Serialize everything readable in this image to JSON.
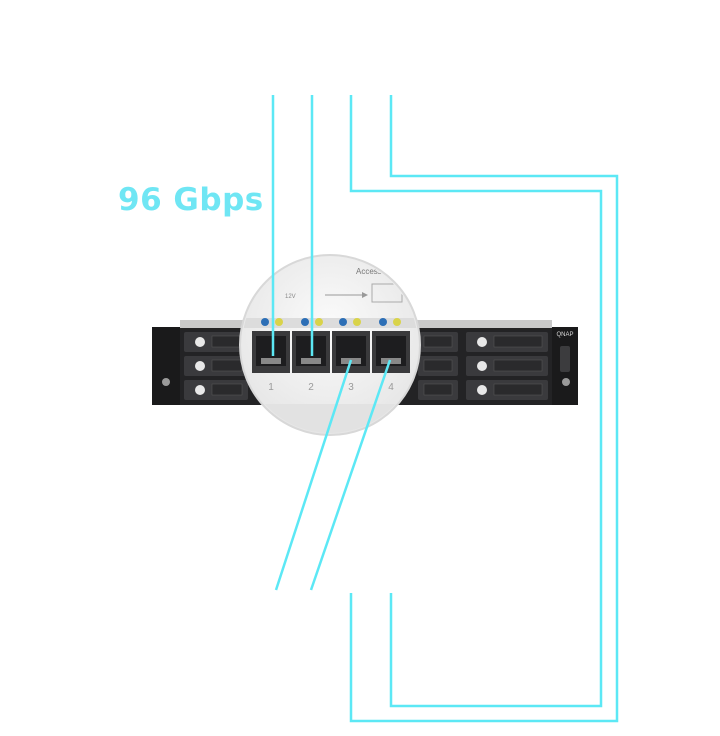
{
  "bandwidth": {
    "label": "96 Gbps"
  },
  "ports": [
    "1",
    "2",
    "3",
    "4"
  ],
  "panel_text": {
    "accessory": "Access",
    "power": "12V"
  },
  "brand_mark": "QNAP",
  "colors": {
    "cable": "#5ce8f5",
    "label": "#6fe6f4",
    "chassis": "#2b2b2d",
    "bay": "#3a3a3d",
    "magnifier": "#f2f2f2"
  }
}
